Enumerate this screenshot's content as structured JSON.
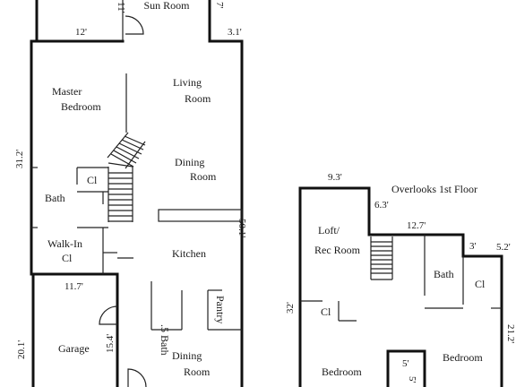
{
  "rooms": {
    "sun_room": "Sun Room",
    "living_room_line1": "Living",
    "living_room_line2": "Room",
    "master_bedroom_line1": "Master",
    "master_bedroom_line2": "Bedroom",
    "dining_room_upper_line1": "Dining",
    "dining_room_upper_line2": "Room",
    "bath_first": "Bath",
    "closet_first": "Cl",
    "walk_in_line1": "Walk-In",
    "walk_in_line2": "Cl",
    "kitchen": "Kitchen",
    "half_bath": ".5 Bath",
    "pantry": "Pantry",
    "garage": "Garage",
    "dining_room_lower_line1": "Dining",
    "dining_room_lower_line2": "Room",
    "loft_line1": "Loft/",
    "loft_line2": "Rec Room",
    "bath_second": "Bath",
    "closet_second_right": "Cl",
    "closet_second_left": "Cl",
    "bedroom_left": "Bedroom",
    "bedroom_right": "Bedroom"
  },
  "notes": {
    "overlooks": "Overlooks 1st Floor"
  },
  "dimensions": {
    "sun_room_left_width": "11'",
    "sun_room_right_width": "7'",
    "top_left_width": "12'",
    "top_right_width": "3.1'",
    "house_left_depth": "31.2'",
    "house_right_depth": "50.1'",
    "garage_width": "11.7'",
    "garage_depth": "20.1'",
    "garage_inner_depth": "15.4'",
    "loft_top_width": "9.3'",
    "loft_step_depth": "6.3'",
    "second_mid_width": "12.7'",
    "second_step_small": "3'",
    "second_right_width": "5.2'",
    "second_left_depth": "32'",
    "second_right_depth": "21.2'",
    "hall_closet_width": "5'",
    "hall_closet_depth": "5'"
  }
}
